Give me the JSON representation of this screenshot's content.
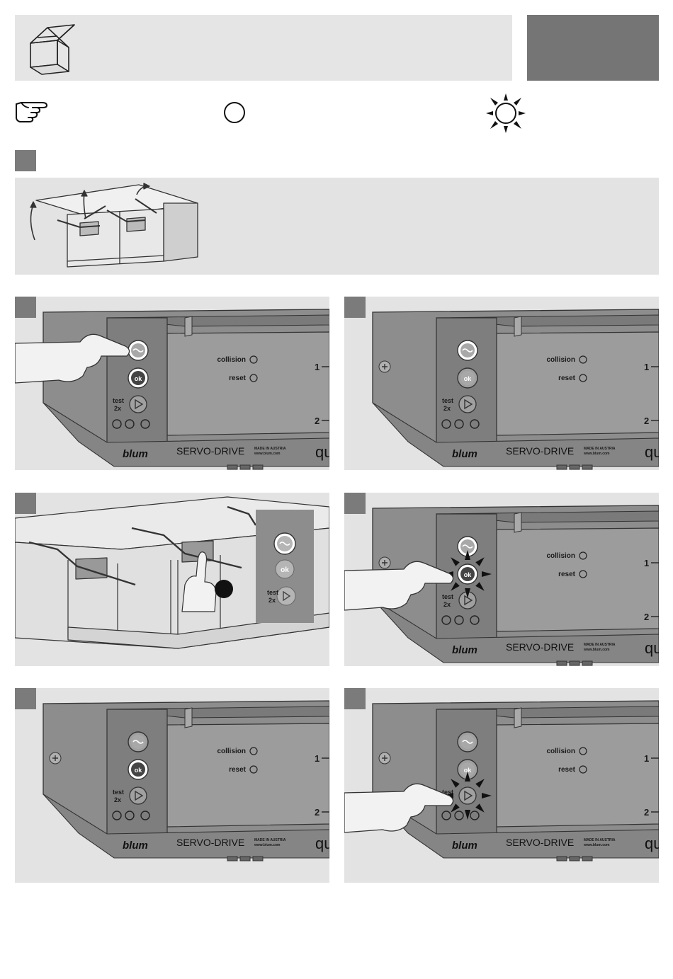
{
  "device": {
    "collision_label": "collision",
    "reset_label": "reset",
    "ok_label": "ok",
    "test_label": "test",
    "test_count": "2x",
    "brand": "blum",
    "product": "SERVO-DRIVE",
    "made_in": "MADE IN AUSTRIA",
    "website": "www.blum.com",
    "channel_1": "1",
    "channel_2": "2",
    "uno_fragment": "qu"
  },
  "colors": {
    "panel_bg": "#e3e3e3",
    "device_body": "#8d8d8d",
    "device_front": "#9c9c9c",
    "button_face": "#a0a0a0",
    "active_button": "#ffffff",
    "step_marker": "#7b7b7b"
  },
  "icons": {
    "header": "cabinet-lift-icon",
    "legend_press": "pointing-hand-icon",
    "legend_off": "led-off-circle-icon",
    "legend_flash": "led-flashing-sun-icon"
  }
}
